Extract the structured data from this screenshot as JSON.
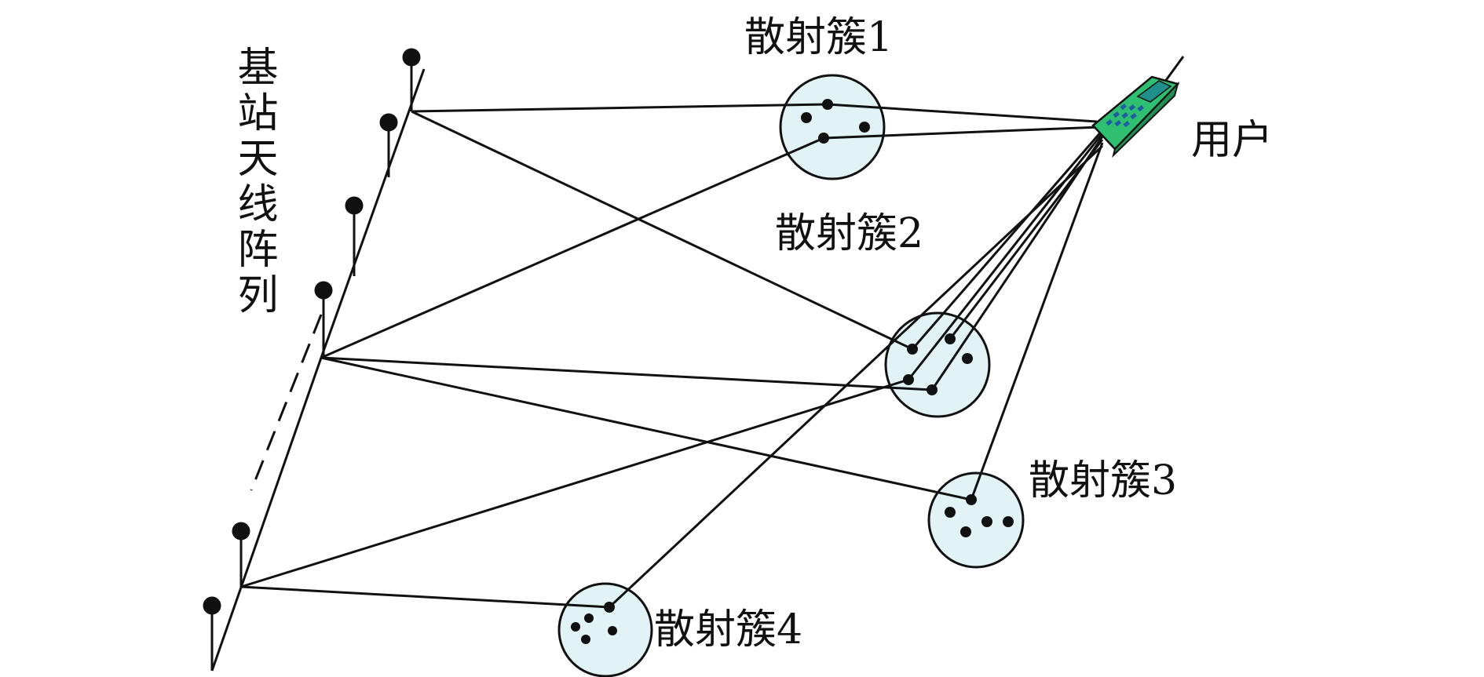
{
  "labels": {
    "base_station_array": "基站天线阵列",
    "user": "用户",
    "cluster1": "散射簇1",
    "cluster2": "散射簇2",
    "cluster3": "散射簇3",
    "cluster4": "散射簇4"
  },
  "icons": {
    "user_device": "mobile-phone-icon",
    "antenna": "antenna-icon"
  },
  "colors": {
    "cluster_fill": "#e1f3f5",
    "line": "#111111",
    "phone_body": "#2fbf71",
    "phone_screen": "#1e8f8a"
  }
}
